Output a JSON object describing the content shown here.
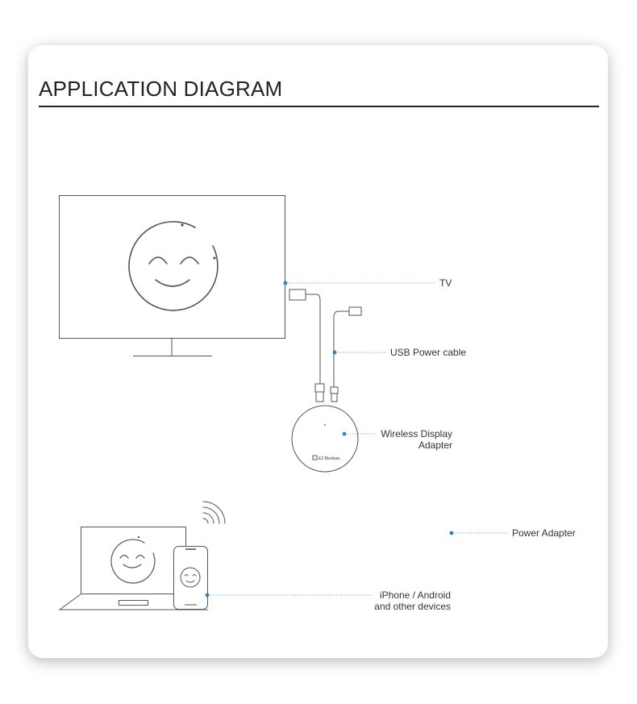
{
  "title": "APPLICATION DIAGRAM",
  "logo_text": "EZ Bindows",
  "labels": {
    "tv": "TV",
    "usb_cable": "USB Power cable",
    "adapter_line1": "Wireless Display",
    "adapter_line2": "Adapter",
    "power_adapter": "Power Adapter",
    "devices_line1": "iPhone / Android",
    "devices_line2": "and other devices"
  },
  "colors": {
    "line": "#555555",
    "callout": "#2f7fc1",
    "text": "#333333"
  },
  "icons": [
    "tv-icon",
    "smiley-icon",
    "wireless-adapter-icon",
    "hdmi-plug-icon",
    "usb-plug-icon",
    "laptop-icon",
    "phone-icon",
    "wifi-signal-icon"
  ]
}
